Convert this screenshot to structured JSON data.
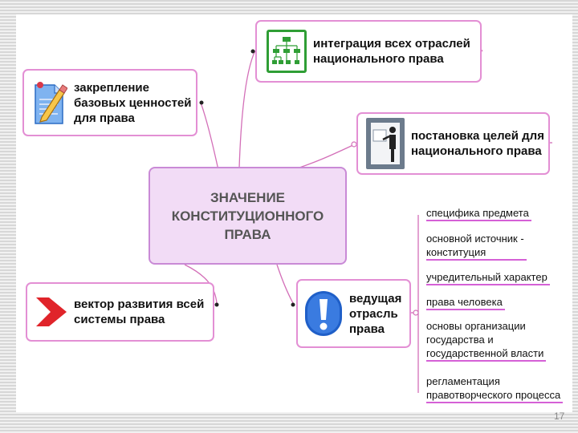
{
  "center": {
    "title": "ЗНАЧЕНИЕ\nКОНСТИТУЦИОННОГО\nПРАВА"
  },
  "nodes": {
    "integration": {
      "label": "интеграция всех отраслей\nнационального права",
      "icon": "hierarchy-chart-icon"
    },
    "values": {
      "label": "закрепление\nбазовых ценностей\nдля права",
      "icon": "document-pencil-icon"
    },
    "goals": {
      "label": "постановка целей для\nнационального права",
      "icon": "presenter-board-icon"
    },
    "vector": {
      "label": "вектор развития всей\nсистемы права",
      "icon": "red-arrow-icon"
    },
    "leading": {
      "label": "ведущая\nотрасль\nправа",
      "icon": "exclamation-icon"
    }
  },
  "details": [
    "специфика предмета",
    "основной источник -\nконституция",
    "учредительный характер",
    "права человека",
    "основы организации\nгосударства и\nгосударственной власти",
    "регламентация\nправотворческого процесса"
  ],
  "page_number": "17",
  "colors": {
    "node_border": "#e38fd4",
    "center_fill": "#f2dcf6",
    "connector": "#d36fb8",
    "underline": "#d560d6",
    "icon_green": "#2f9e35",
    "icon_blue": "#1f5fc8",
    "icon_red": "#e0242a"
  }
}
